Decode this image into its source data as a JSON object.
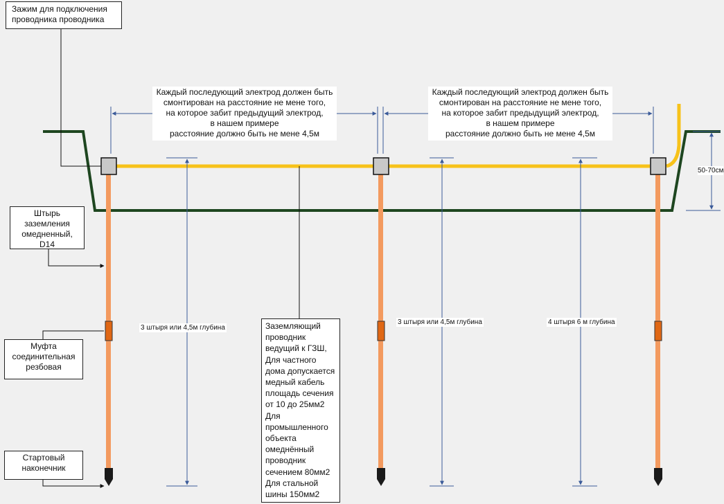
{
  "colors": {
    "ground": "#1e4620",
    "conductor": "#f7c21a",
    "rod": "#f39a5f",
    "coupling": "#e06714",
    "clamp": "#c8c8c8",
    "tip": "#1a1a1a",
    "dimension": "#3a5a99"
  },
  "callouts": {
    "clamp": [
      "Зажим для подключения",
      "проводника проводника"
    ],
    "rod": [
      "Штырь",
      "заземления",
      "омедненный, D14"
    ],
    "coupling": [
      "Муфта",
      "соединительная",
      "резбовая"
    ],
    "tip": [
      "Стартовый",
      "наконечник"
    ]
  },
  "spacing_notes": [
    [
      "Каждый последующий электрод должен быть",
      "смонтирован на расстояние не мене того,",
      "на которое забит предыдущий электрод,",
      "в нашем примере",
      "расстояние должно быть не мене 4,5м"
    ],
    [
      "Каждый последующий электрод должен быть",
      "смонтирован на расстояние не мене того,",
      "на которое забит предыдущий электрод,",
      "в нашем примере",
      "расстояние должно быть не мене 4,5м"
    ]
  ],
  "conductor_note": [
    "Заземляющий",
    "проводник",
    "ведущий к ГЗШ,",
    "Для частного",
    "дома допускается",
    "медный кабель",
    "площадь сечения",
    "от 10 до 25мм2",
    "Для",
    "промышленного",
    "объекта",
    "омеднённый",
    "проводник",
    "сечением 80мм2",
    "Для стальной",
    "шины 150мм2"
  ],
  "depth_labels": {
    "left": "3 штыря или 4,5м глубина",
    "middle": "3 штыря или 4,5м глубина",
    "right": "4 штыря 6 м глубина"
  },
  "trench_depth": "50-70см"
}
